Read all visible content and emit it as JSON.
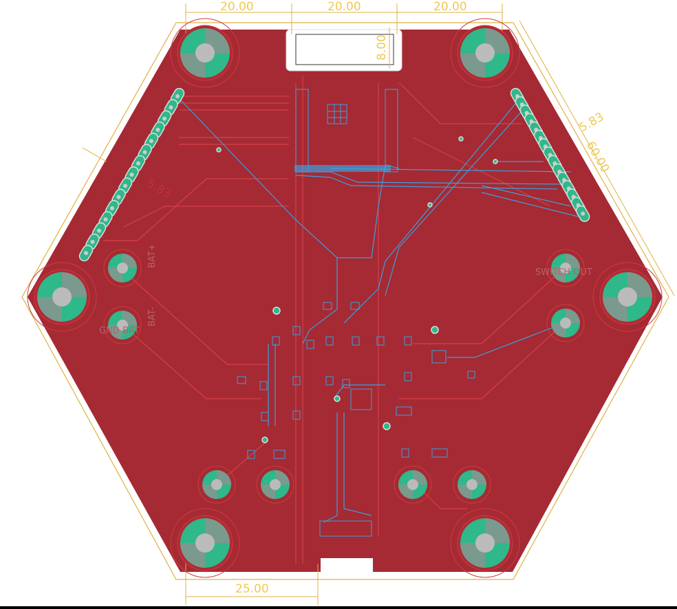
{
  "board": {
    "board_color": "#a52a33",
    "copper_top_color": "#d03a3f",
    "copper_bottom_color": "#3aa0e0",
    "pad_color": "#2fb88a",
    "dimension_color": "#f0c850"
  },
  "dimensions": {
    "top_left_width": "20.00",
    "top_middle_width": "20.00",
    "top_right_width": "20.00",
    "usb_height": "8.00",
    "right_offset": "5.83",
    "right_side_length": "60.00",
    "left_offset": "5.83",
    "bottom_width": "25.00"
  },
  "silkscreen": {
    "bat_plus": "BAT+",
    "bat_minus": "BAT-",
    "gnd_bat": "GND BAT",
    "switch_out": "SWITCH OUT"
  }
}
